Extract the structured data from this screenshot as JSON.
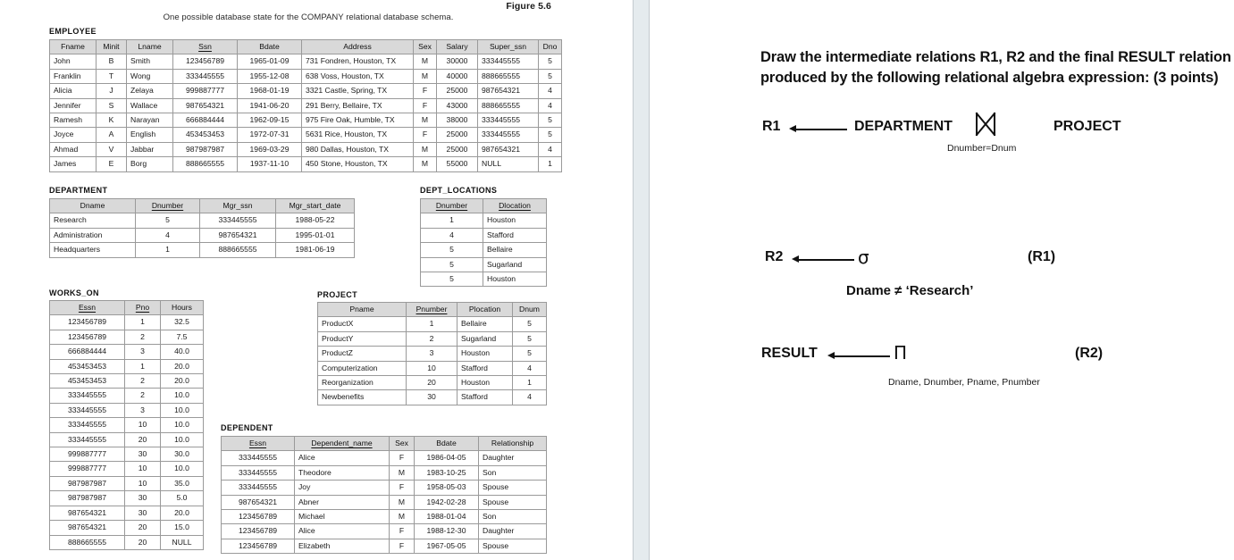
{
  "figure": {
    "number": "Figure 5.6",
    "caption": "One possible database state for the COMPANY relational database schema."
  },
  "tables": {
    "employee": {
      "title": "EMPLOYEE",
      "columns": [
        "Fname",
        "Minit",
        "Lname",
        "Ssn",
        "Bdate",
        "Address",
        "Sex",
        "Salary",
        "Super_ssn",
        "Dno"
      ],
      "key_columns": [
        "Ssn"
      ],
      "rows": [
        [
          "John",
          "B",
          "Smith",
          "123456789",
          "1965-01-09",
          "731 Fondren, Houston, TX",
          "M",
          "30000",
          "333445555",
          "5"
        ],
        [
          "Franklin",
          "T",
          "Wong",
          "333445555",
          "1955-12-08",
          "638 Voss, Houston, TX",
          "M",
          "40000",
          "888665555",
          "5"
        ],
        [
          "Alicia",
          "J",
          "Zelaya",
          "999887777",
          "1968-01-19",
          "3321 Castle, Spring, TX",
          "F",
          "25000",
          "987654321",
          "4"
        ],
        [
          "Jennifer",
          "S",
          "Wallace",
          "987654321",
          "1941-06-20",
          "291 Berry, Bellaire, TX",
          "F",
          "43000",
          "888665555",
          "4"
        ],
        [
          "Ramesh",
          "K",
          "Narayan",
          "666884444",
          "1962-09-15",
          "975 Fire Oak, Humble, TX",
          "M",
          "38000",
          "333445555",
          "5"
        ],
        [
          "Joyce",
          "A",
          "English",
          "453453453",
          "1972-07-31",
          "5631 Rice, Houston, TX",
          "F",
          "25000",
          "333445555",
          "5"
        ],
        [
          "Ahmad",
          "V",
          "Jabbar",
          "987987987",
          "1969-03-29",
          "980 Dallas, Houston, TX",
          "M",
          "25000",
          "987654321",
          "4"
        ],
        [
          "James",
          "E",
          "Borg",
          "888665555",
          "1937-11-10",
          "450 Stone, Houston, TX",
          "M",
          "55000",
          "NULL",
          "1"
        ]
      ]
    },
    "department": {
      "title": "DEPARTMENT",
      "columns": [
        "Dname",
        "Dnumber",
        "Mgr_ssn",
        "Mgr_start_date"
      ],
      "key_columns": [
        "Dnumber"
      ],
      "rows": [
        [
          "Research",
          "5",
          "333445555",
          "1988-05-22"
        ],
        [
          "Administration",
          "4",
          "987654321",
          "1995-01-01"
        ],
        [
          "Headquarters",
          "1",
          "888665555",
          "1981-06-19"
        ]
      ]
    },
    "dept_locations": {
      "title": "DEPT_LOCATIONS",
      "columns": [
        "Dnumber",
        "Dlocation"
      ],
      "key_columns": [
        "Dnumber",
        "Dlocation"
      ],
      "rows": [
        [
          "1",
          "Houston"
        ],
        [
          "4",
          "Stafford"
        ],
        [
          "5",
          "Bellaire"
        ],
        [
          "5",
          "Sugarland"
        ],
        [
          "5",
          "Houston"
        ]
      ]
    },
    "works_on": {
      "title": "WORKS_ON",
      "columns": [
        "Essn",
        "Pno",
        "Hours"
      ],
      "key_columns": [
        "Essn",
        "Pno"
      ],
      "rows": [
        [
          "123456789",
          "1",
          "32.5"
        ],
        [
          "123456789",
          "2",
          "7.5"
        ],
        [
          "666884444",
          "3",
          "40.0"
        ],
        [
          "453453453",
          "1",
          "20.0"
        ],
        [
          "453453453",
          "2",
          "20.0"
        ],
        [
          "333445555",
          "2",
          "10.0"
        ],
        [
          "333445555",
          "3",
          "10.0"
        ],
        [
          "333445555",
          "10",
          "10.0"
        ],
        [
          "333445555",
          "20",
          "10.0"
        ],
        [
          "999887777",
          "30",
          "30.0"
        ],
        [
          "999887777",
          "10",
          "10.0"
        ],
        [
          "987987987",
          "10",
          "35.0"
        ],
        [
          "987987987",
          "30",
          "5.0"
        ],
        [
          "987654321",
          "30",
          "20.0"
        ],
        [
          "987654321",
          "20",
          "15.0"
        ],
        [
          "888665555",
          "20",
          "NULL"
        ]
      ]
    },
    "project": {
      "title": "PROJECT",
      "columns": [
        "Pname",
        "Pnumber",
        "Plocation",
        "Dnum"
      ],
      "key_columns": [
        "Pnumber"
      ],
      "rows": [
        [
          "ProductX",
          "1",
          "Bellaire",
          "5"
        ],
        [
          "ProductY",
          "2",
          "Sugarland",
          "5"
        ],
        [
          "ProductZ",
          "3",
          "Houston",
          "5"
        ],
        [
          "Computerization",
          "10",
          "Stafford",
          "4"
        ],
        [
          "Reorganization",
          "20",
          "Houston",
          "1"
        ],
        [
          "Newbenefits",
          "30",
          "Stafford",
          "4"
        ]
      ]
    },
    "dependent": {
      "title": "DEPENDENT",
      "columns": [
        "Essn",
        "Dependent_name",
        "Sex",
        "Bdate",
        "Relationship"
      ],
      "key_columns": [
        "Essn",
        "Dependent_name"
      ],
      "rows": [
        [
          "333445555",
          "Alice",
          "F",
          "1986-04-05",
          "Daughter"
        ],
        [
          "333445555",
          "Theodore",
          "M",
          "1983-10-25",
          "Son"
        ],
        [
          "333445555",
          "Joy",
          "F",
          "1958-05-03",
          "Spouse"
        ],
        [
          "987654321",
          "Abner",
          "M",
          "1942-02-28",
          "Spouse"
        ],
        [
          "123456789",
          "Michael",
          "M",
          "1988-01-04",
          "Son"
        ],
        [
          "123456789",
          "Alice",
          "F",
          "1988-12-30",
          "Daughter"
        ],
        [
          "123456789",
          "Elizabeth",
          "F",
          "1967-05-05",
          "Spouse"
        ]
      ]
    }
  },
  "question": {
    "prompt": "Draw the intermediate relations R1, R2 and the final RESULT relation produced by the following relational algebra expression:  (3 points)",
    "steps": [
      {
        "result_label": "R1",
        "operator_glyph": "⋈",
        "operator_name": "join-operator",
        "left_operand": "DEPARTMENT",
        "right_operand": "PROJECT",
        "condition": "Dnumber=Dnum"
      },
      {
        "result_label": "R2",
        "operator_glyph": "σ",
        "operator_name": "select-operator",
        "operand": "(R1)",
        "condition": "Dname ≠ ‘Research’"
      },
      {
        "result_label": "RESULT",
        "operator_glyph": "Π",
        "operator_name": "project-operator",
        "operand": "(R2)",
        "condition": "Dname, Dnumber, Pname, Pnumber"
      }
    ]
  }
}
